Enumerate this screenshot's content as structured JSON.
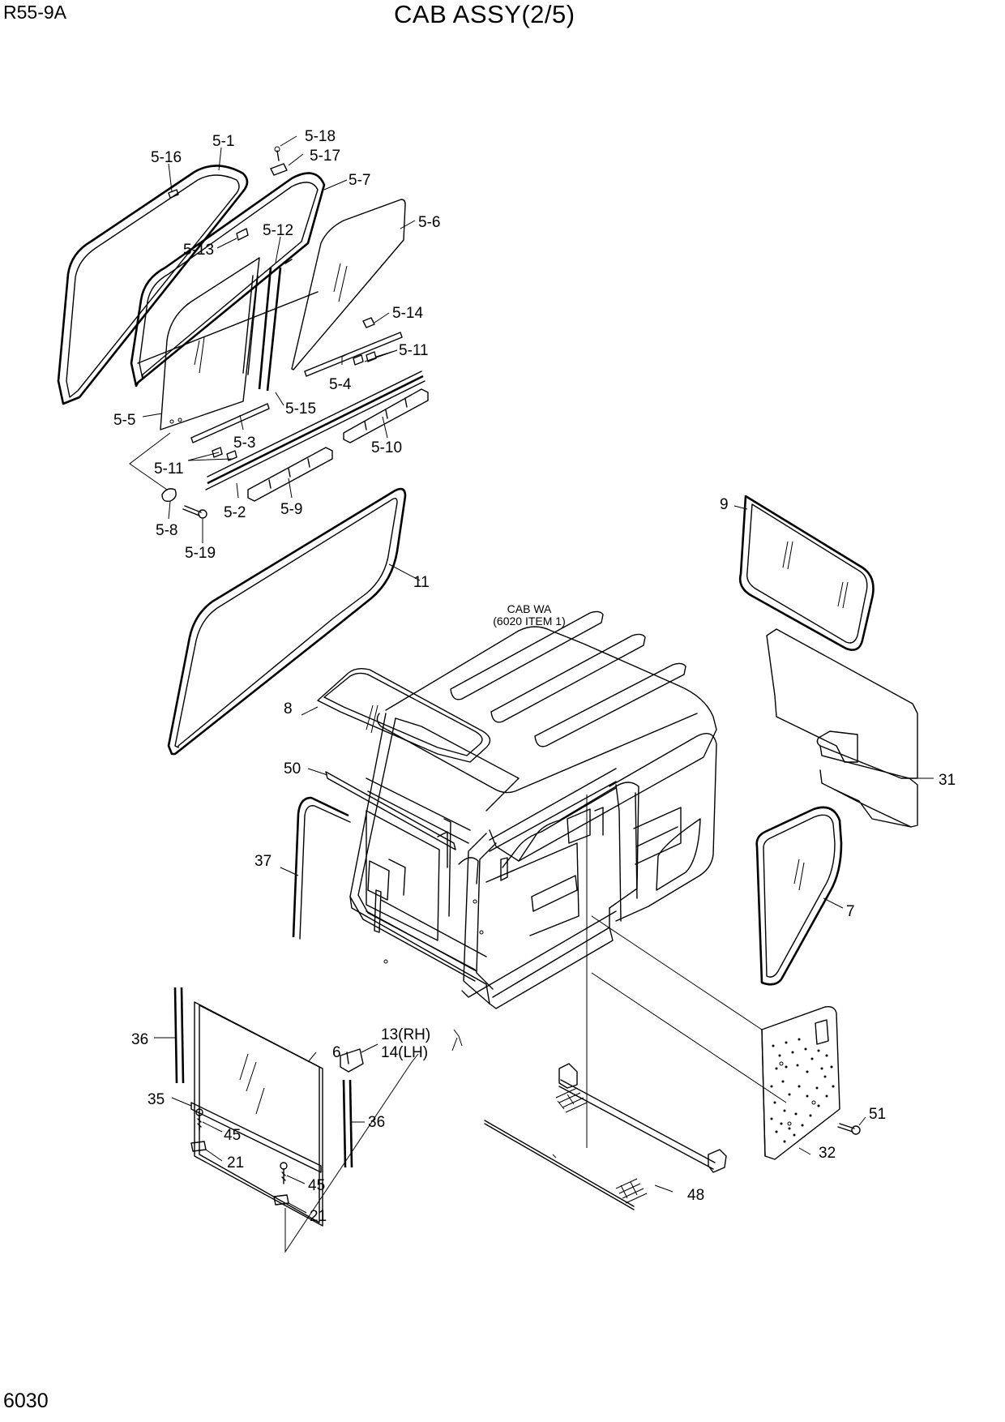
{
  "header": {
    "model": "R55-9A",
    "title": "CAB ASSY(2/5)",
    "page_number": "6030"
  },
  "reference_note": {
    "line1": "CAB WA",
    "line2": "(6020 ITEM 1)"
  },
  "callouts": [
    {
      "id": "c-5-1",
      "text": "5-1"
    },
    {
      "id": "c-5-16",
      "text": "5-16"
    },
    {
      "id": "c-5-18",
      "text": "5-18"
    },
    {
      "id": "c-5-17",
      "text": "5-17"
    },
    {
      "id": "c-5-7",
      "text": "5-7"
    },
    {
      "id": "c-5-6",
      "text": "5-6"
    },
    {
      "id": "c-5-13",
      "text": "5-13"
    },
    {
      "id": "c-5-12",
      "text": "5-12"
    },
    {
      "id": "c-5-14",
      "text": "5-14"
    },
    {
      "id": "c-5-11a",
      "text": "5-11"
    },
    {
      "id": "c-5-4",
      "text": "5-4"
    },
    {
      "id": "c-5-15",
      "text": "5-15"
    },
    {
      "id": "c-5-5",
      "text": "5-5"
    },
    {
      "id": "c-5-3",
      "text": "5-3"
    },
    {
      "id": "c-5-10",
      "text": "5-10"
    },
    {
      "id": "c-5-11b",
      "text": "5-11"
    },
    {
      "id": "c-5-2",
      "text": "5-2"
    },
    {
      "id": "c-5-9",
      "text": "5-9"
    },
    {
      "id": "c-5-8",
      "text": "5-8"
    },
    {
      "id": "c-5-19",
      "text": "5-19"
    },
    {
      "id": "c-11",
      "text": "11"
    },
    {
      "id": "c-9",
      "text": "9"
    },
    {
      "id": "c-8",
      "text": "8"
    },
    {
      "id": "c-31",
      "text": "31"
    },
    {
      "id": "c-50",
      "text": "50"
    },
    {
      "id": "c-37",
      "text": "37"
    },
    {
      "id": "c-7",
      "text": "7"
    },
    {
      "id": "c-36a",
      "text": "36"
    },
    {
      "id": "c-13",
      "text": "13(RH)"
    },
    {
      "id": "c-14",
      "text": "14(LH)"
    },
    {
      "id": "c-6",
      "text": "6"
    },
    {
      "id": "c-35",
      "text": "35"
    },
    {
      "id": "c-36b",
      "text": "36"
    },
    {
      "id": "c-45a",
      "text": "45"
    },
    {
      "id": "c-21a",
      "text": "21"
    },
    {
      "id": "c-45b",
      "text": "45"
    },
    {
      "id": "c-21b",
      "text": "21"
    },
    {
      "id": "c-51",
      "text": "51"
    },
    {
      "id": "c-32",
      "text": "32"
    },
    {
      "id": "c-48",
      "text": "48"
    }
  ]
}
